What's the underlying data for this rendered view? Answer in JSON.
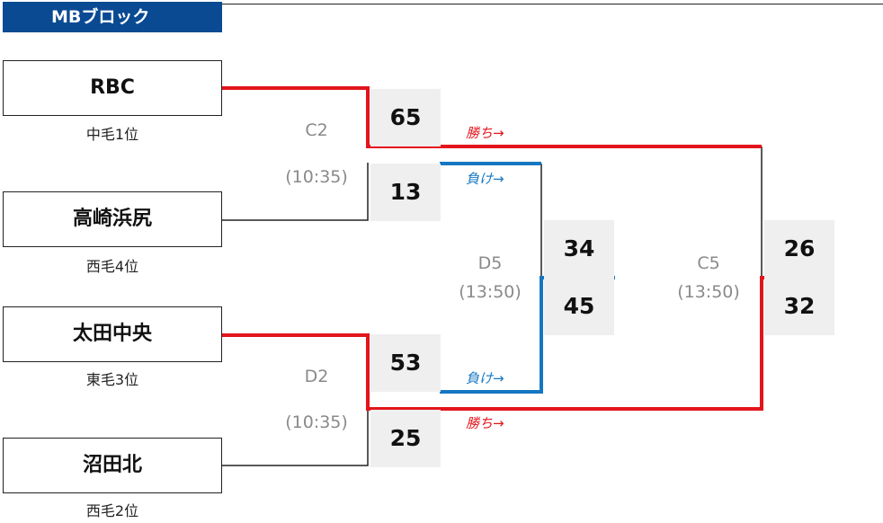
{
  "block_title": "MBブロック",
  "teams": [
    {
      "name": "RBC",
      "seed": "中毛1位"
    },
    {
      "name": "高崎浜尻",
      "seed": "西毛4位"
    },
    {
      "name": "太田中央",
      "seed": "東毛3位"
    },
    {
      "name": "沼田北",
      "seed": "西毛2位"
    }
  ],
  "games": {
    "c2": {
      "code": "C2",
      "time": "(10:35)",
      "score_top": "65",
      "score_bottom": "13"
    },
    "d2": {
      "code": "D2",
      "time": "(10:35)",
      "score_top": "53",
      "score_bottom": "25"
    },
    "d5": {
      "code": "D5",
      "time": "(13:50)",
      "score_top": "34",
      "score_bottom": "45"
    },
    "c5": {
      "code": "C5",
      "time": "(13:50)",
      "score_top": "26",
      "score_bottom": "32"
    }
  },
  "annotations": {
    "win_top": "勝ち→",
    "lose_top": "負け→",
    "lose_bottom": "負け→",
    "win_bottom": "勝ち→"
  },
  "colors": {
    "header_bg": "#0a4a93",
    "winner_line": "#e3141b",
    "loser_line": "#1577c2",
    "bracket_line": "#222222",
    "score_bg": "#efefef"
  }
}
